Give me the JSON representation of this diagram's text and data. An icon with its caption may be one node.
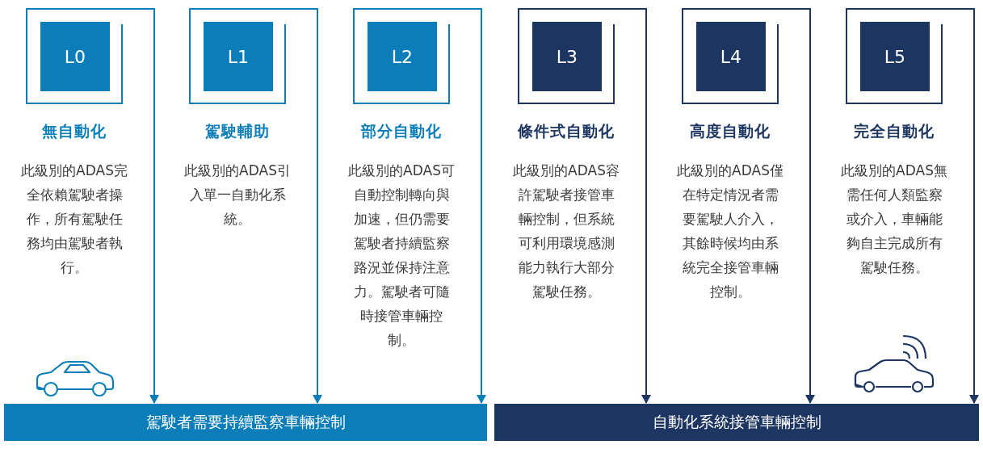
{
  "diagram": {
    "nodes": [
      {
        "text": [
          "無自動化",
          "此級別的ADAS完全依賴駕駛者操作，所有駕駛任務均由駕駛者執行。"
        ]
      },
      {
        "text": [
          "L0"
        ],
        "in": 0
      },
      {
        "text": [
          "駕駛輔助",
          "此級別的ADAS引入單一自動化系統。"
        ]
      },
      {
        "text": [
          "L1"
        ],
        "in": 2
      },
      {
        "text": [
          "部分自動化",
          "此級別的ADAS可自動控制轉向與加速，但仍需要駕駛者持續監察路況並保持注意力。駕駛者可隨時接管車輛控制。"
        ]
      },
      {
        "text": [
          "L2"
        ],
        "in": 4
      },
      {
        "text": [
          "條件式自動化",
          "此級別的ADAS容許駕駛者接管車輛控制，但系統可利用環境感測能力執行大部分駕駛任務。"
        ]
      },
      {
        "text": [
          "L3"
        ],
        "in": 6
      },
      {
        "text": [
          "高度自動化",
          "此級別的ADAS僅在特定情況者需要駕駛人介入，其餘時候均由系統完全接管車輛控制。"
        ]
      },
      {
        "text": [
          "L4"
        ],
        "in": 8
      },
      {
        "text": [
          "完全自動化",
          "此級別的ADAS無需任何人類監察或介入，車輛能夠自主完成所有駕駛任務。"
        ]
      },
      {
        "text": [
          "L5"
        ],
        "in": 10
      },
      {
        "text": [
          "駕駛者需要持續監察車輛控制"
        ]
      },
      {
        "text": [
          "自動化系統接管車輛控制"
        ]
      }
    ],
    "edges": [
      {
        "from": 0,
        "to": 12,
        "arrow": "to",
        "color": "#0b7db8"
      },
      {
        "from": 2,
        "to": 12,
        "arrow": "to",
        "color": "#0b7db8"
      },
      {
        "from": 4,
        "to": 12,
        "arrow": "to",
        "color": "#0b7db8"
      },
      {
        "from": 6,
        "to": 13,
        "arrow": "to",
        "color": "#1c3561"
      },
      {
        "from": 8,
        "to": 13,
        "arrow": "to",
        "color": "#1c3561"
      },
      {
        "from": 10,
        "to": 13,
        "arrow": "to",
        "color": "#1c3561"
      }
    ]
  }
}
